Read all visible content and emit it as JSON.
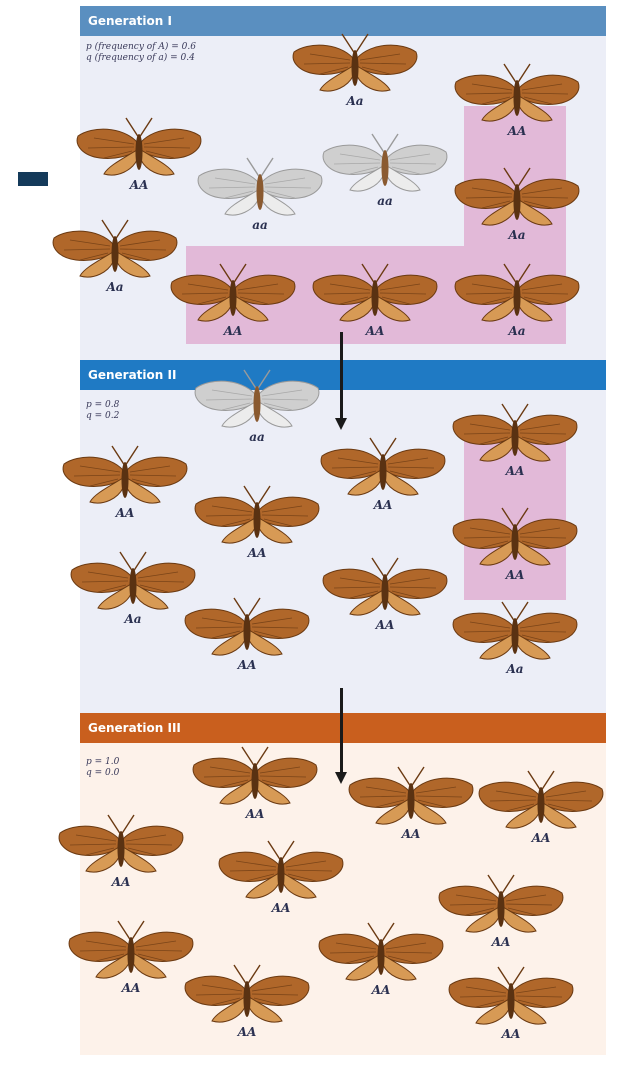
{
  "generations": [
    {
      "title": "Generation I",
      "freq_p": "p (frequency of A) = 0.6",
      "freq_q": "q (frequency of a) = 0.4",
      "moths": [
        {
          "genotype": "Aa",
          "color": "brown"
        },
        {
          "genotype": "AA",
          "color": "brown"
        },
        {
          "genotype": "AA",
          "color": "brown"
        },
        {
          "genotype": "aa",
          "color": "white"
        },
        {
          "genotype": "aa",
          "color": "white"
        },
        {
          "genotype": "Aa",
          "color": "brown"
        },
        {
          "genotype": "Aa",
          "color": "brown"
        },
        {
          "genotype": "AA",
          "color": "brown"
        },
        {
          "genotype": "AA",
          "color": "brown"
        },
        {
          "genotype": "Aa",
          "color": "brown"
        }
      ]
    },
    {
      "title": "Generation II",
      "freq_p": "p = 0.8",
      "freq_q": "q = 0.2",
      "moths": [
        {
          "genotype": "aa",
          "color": "white"
        },
        {
          "genotype": "AA",
          "color": "brown"
        },
        {
          "genotype": "AA",
          "color": "brown"
        },
        {
          "genotype": "AA",
          "color": "brown"
        },
        {
          "genotype": "AA",
          "color": "brown"
        },
        {
          "genotype": "AA",
          "color": "brown"
        },
        {
          "genotype": "Aa",
          "color": "brown"
        },
        {
          "genotype": "AA",
          "color": "brown"
        },
        {
          "genotype": "AA",
          "color": "brown"
        },
        {
          "genotype": "Aa",
          "color": "brown"
        }
      ]
    },
    {
      "title": "Generation III",
      "freq_p": "p = 1.0",
      "freq_q": "q = 0.0",
      "moths": [
        {
          "genotype": "AA",
          "color": "brown"
        },
        {
          "genotype": "AA",
          "color": "brown"
        },
        {
          "genotype": "AA",
          "color": "brown"
        },
        {
          "genotype": "AA",
          "color": "brown"
        },
        {
          "genotype": "AA",
          "color": "brown"
        },
        {
          "genotype": "AA",
          "color": "brown"
        },
        {
          "genotype": "AA",
          "color": "brown"
        },
        {
          "genotype": "AA",
          "color": "brown"
        },
        {
          "genotype": "AA",
          "color": "brown"
        },
        {
          "genotype": "AA",
          "color": "brown"
        }
      ]
    }
  ],
  "colors": {
    "header_gen1": "#5a8fc0",
    "header_gen2": "#1f7ac4",
    "header_gen3": "#c95f1e",
    "highlight": "#e2b9d8",
    "moth_brown": "#b0672a",
    "moth_white": "#cfcfcf"
  }
}
